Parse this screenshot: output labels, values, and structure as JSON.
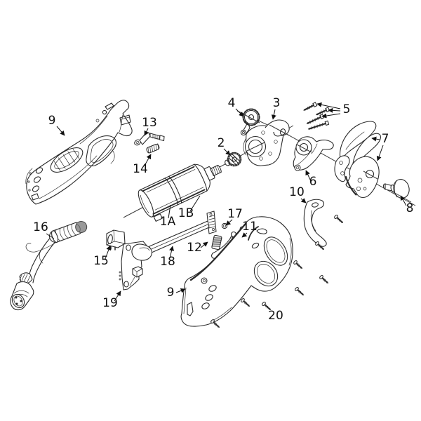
{
  "diagram": {
    "type": "exploded-parts-diagram",
    "subject": "pruning-shears-tool",
    "background": "#ffffff",
    "line_color": "#2b2b2b",
    "label_color": "#111111",
    "part_numbers_visible": [
      "1A",
      "1B",
      "2",
      "3",
      "4",
      "5",
      "6",
      "7",
      "8",
      "9",
      "10",
      "11",
      "12",
      "13",
      "14",
      "15",
      "16",
      "17",
      "18",
      "19",
      "20"
    ]
  },
  "labels": [
    {
      "id": "housing-left",
      "text": "9"
    },
    {
      "id": "lever-bolt",
      "text": "13"
    },
    {
      "id": "spring-small",
      "text": "14"
    },
    {
      "id": "pinion",
      "text": "2"
    },
    {
      "id": "gear",
      "text": "4"
    },
    {
      "id": "gearhead",
      "text": "3"
    },
    {
      "id": "screw-set",
      "text": "5"
    },
    {
      "id": "blade-holder",
      "text": "6"
    },
    {
      "id": "blade-set",
      "text": "7"
    },
    {
      "id": "end-cap",
      "text": "8"
    },
    {
      "id": "bracket",
      "text": "10"
    },
    {
      "id": "cable",
      "text": "16"
    },
    {
      "id": "switch",
      "text": "15"
    },
    {
      "id": "plate",
      "text": "19"
    },
    {
      "id": "rail",
      "text": "18"
    },
    {
      "id": "trigger-spring",
      "text": "12"
    },
    {
      "id": "small-screw",
      "text": "17"
    },
    {
      "id": "trigger",
      "text": "11"
    },
    {
      "id": "housing-right",
      "text": "9"
    },
    {
      "id": "screws",
      "text": "20"
    },
    {
      "id": "motor-a",
      "text": "1A"
    },
    {
      "id": "motor-b",
      "text": "1B"
    }
  ]
}
